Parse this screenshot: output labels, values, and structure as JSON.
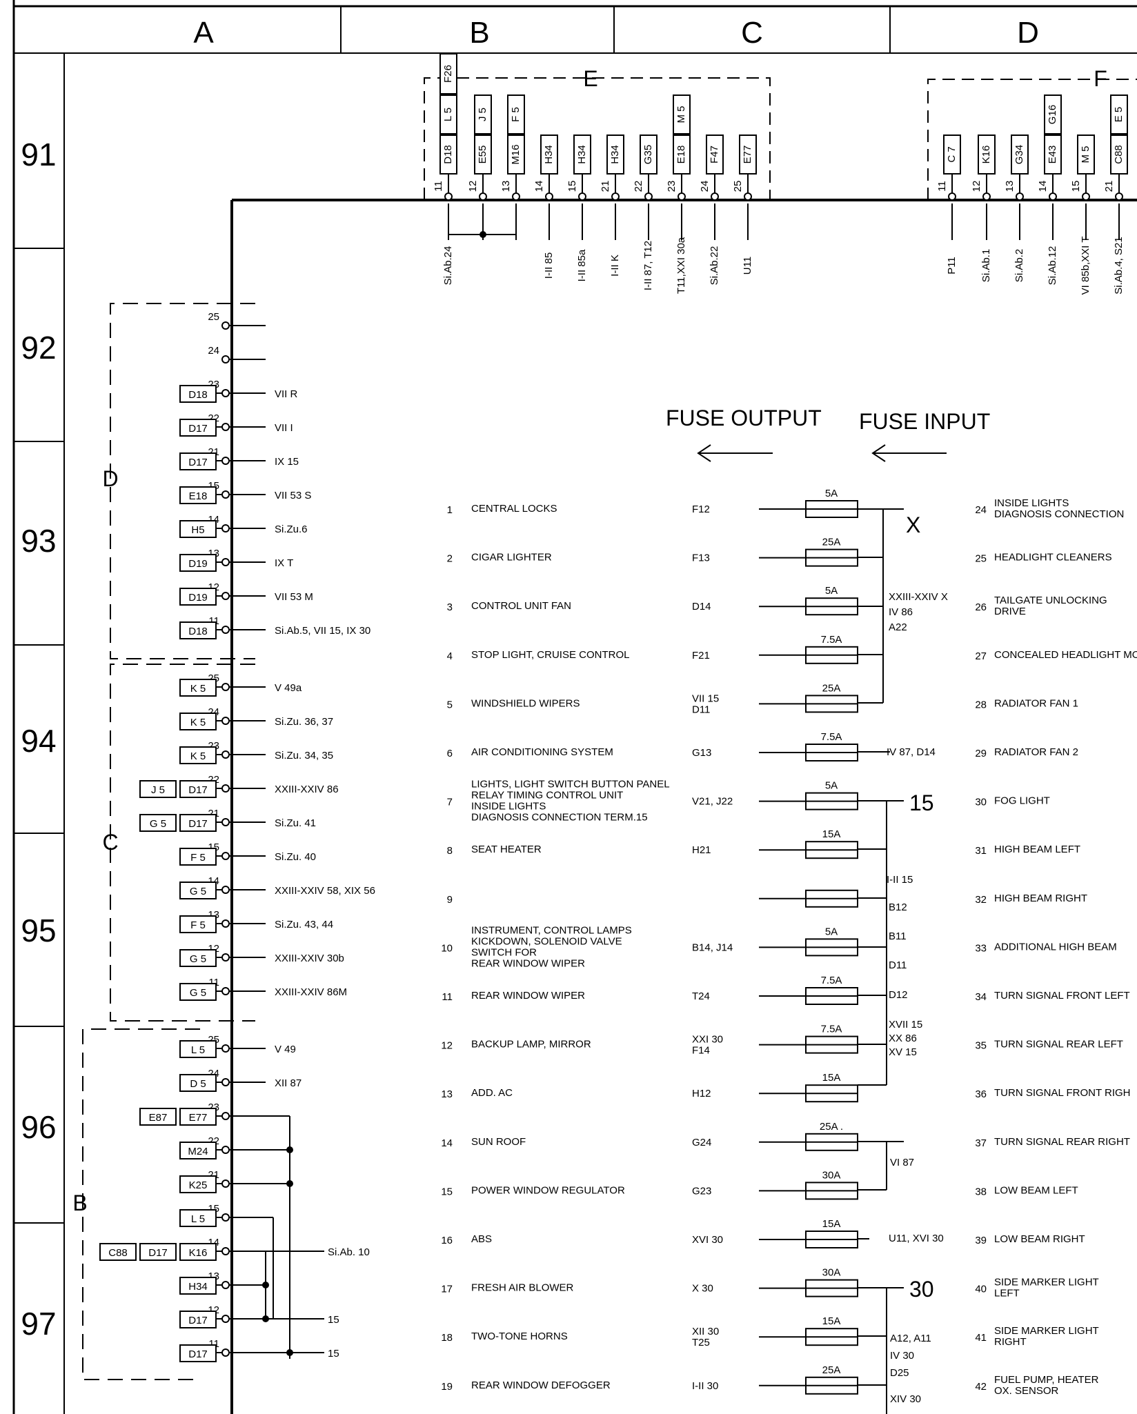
{
  "columns": [
    "A",
    "B",
    "C",
    "D"
  ],
  "rows": [
    "91",
    "92",
    "93",
    "94",
    "95",
    "96",
    "97"
  ],
  "top_block": {
    "group_e": "E",
    "group_f": "F",
    "e_connectors": [
      {
        "pin": "11",
        "code": "D18",
        "upper": "L 5",
        "top": "F26",
        "wire": "Si.Ab.24"
      },
      {
        "pin": "12",
        "code": "E55",
        "upper": "J 5",
        "wire": ""
      },
      {
        "pin": "13",
        "code": "M16",
        "upper": "F 5",
        "wire": ""
      },
      {
        "pin": "14",
        "code": "H34",
        "wire": "I-II 85"
      },
      {
        "pin": "15",
        "code": "H34",
        "wire": "I-II 85a"
      },
      {
        "pin": "21",
        "code": "H34",
        "wire": "I-II K"
      },
      {
        "pin": "22",
        "code": "G35",
        "wire": "I-II 87, T12"
      },
      {
        "pin": "23",
        "code": "E18",
        "upper": "M 5",
        "wire": "T11,XXI 30a"
      },
      {
        "pin": "24",
        "code": "F47",
        "wire": "Si.Ab.22"
      },
      {
        "pin": "25",
        "code": "E77",
        "wire": "U11"
      }
    ],
    "f_connectors": [
      {
        "pin": "11",
        "code": "C 7",
        "wire": "P11"
      },
      {
        "pin": "12",
        "code": "K16",
        "wire": "Si.Ab.1"
      },
      {
        "pin": "13",
        "code": "G34",
        "wire": "Si.Ab.2"
      },
      {
        "pin": "14",
        "code": "E43",
        "upper": "G16",
        "wire": "Si.Ab.12"
      },
      {
        "pin": "15",
        "code": "M 5",
        "wire": "VI 85b,XXI T"
      },
      {
        "pin": "21",
        "code": "C88",
        "upper": "E 5",
        "wire": "Si.Ab.4, S21"
      }
    ]
  },
  "left_block": {
    "group_d": "D",
    "group_c": "C",
    "group_b": "B",
    "d_pins": [
      {
        "pin": "25",
        "codes": [],
        "wire": ""
      },
      {
        "pin": "24",
        "codes": [],
        "wire": ""
      },
      {
        "pin": "23",
        "codes": [
          "D18"
        ],
        "wire": "VII R"
      },
      {
        "pin": "22",
        "codes": [
          "D17"
        ],
        "wire": "VII I"
      },
      {
        "pin": "21",
        "codes": [
          "D17"
        ],
        "wire": "IX 15"
      },
      {
        "pin": "15",
        "codes": [
          "E18"
        ],
        "wire": "VII 53 S"
      },
      {
        "pin": "14",
        "codes": [
          "H5"
        ],
        "wire": "Si.Zu.6"
      },
      {
        "pin": "13",
        "codes": [
          "D19"
        ],
        "wire": "IX T"
      },
      {
        "pin": "12",
        "codes": [
          "D19"
        ],
        "wire": "VII 53 M"
      },
      {
        "pin": "11",
        "codes": [
          "D18"
        ],
        "wire": "Si.Ab.5, VII 15, IX 30"
      }
    ],
    "c_pins": [
      {
        "pin": "25",
        "codes": [
          "K 5"
        ],
        "wire": "V 49a"
      },
      {
        "pin": "24",
        "codes": [
          "K 5"
        ],
        "wire": "Si.Zu. 36, 37"
      },
      {
        "pin": "23",
        "codes": [
          "K 5"
        ],
        "wire": "Si.Zu. 34, 35"
      },
      {
        "pin": "22",
        "codes": [
          "J 5",
          "D17"
        ],
        "wire": "XXIII-XXIV 86"
      },
      {
        "pin": "21",
        "codes": [
          "G 5",
          "D17"
        ],
        "wire": "Si.Zu. 41"
      },
      {
        "pin": "15",
        "codes": [
          "F 5"
        ],
        "wire": "Si.Zu. 40"
      },
      {
        "pin": "14",
        "codes": [
          "G 5"
        ],
        "wire": "XXIII-XXIV 58, XIX 56"
      },
      {
        "pin": "13",
        "codes": [
          "F 5"
        ],
        "wire": "Si.Zu. 43, 44"
      },
      {
        "pin": "12",
        "codes": [
          "G 5"
        ],
        "wire": "XXIII-XXIV 30b"
      },
      {
        "pin": "11",
        "codes": [
          "G 5"
        ],
        "wire": "XXIII-XXIV 86M"
      }
    ],
    "b_pins": [
      {
        "pin": "25",
        "codes": [
          "L 5"
        ],
        "wire": "V 49"
      },
      {
        "pin": "24",
        "codes": [
          "D 5"
        ],
        "wire": "XII 87"
      },
      {
        "pin": "23",
        "codes": [
          "E87",
          "E77"
        ],
        "wire": ""
      },
      {
        "pin": "22",
        "codes": [
          "M24"
        ],
        "wire": ""
      },
      {
        "pin": "21",
        "codes": [
          "K25"
        ],
        "wire": ""
      },
      {
        "pin": "15",
        "codes": [
          "L 5"
        ],
        "wire": ""
      },
      {
        "pin": "14",
        "codes": [
          "C88",
          "D17",
          "K16"
        ],
        "wire": "Si.Ab. 10"
      },
      {
        "pin": "13",
        "codes": [
          "H34"
        ],
        "wire": ""
      },
      {
        "pin": "12",
        "codes": [
          "D17"
        ],
        "wire": "15"
      },
      {
        "pin": "11",
        "codes": [
          "D17"
        ],
        "wire": "15"
      }
    ]
  },
  "fuse_table": {
    "output_label": "FUSE OUTPUT",
    "input_label": "FUSE INPUT",
    "fuses": [
      {
        "num": "1",
        "desc": [
          "CENTRAL LOCKS"
        ],
        "output": [
          "F12"
        ],
        "amp": "5A"
      },
      {
        "num": "2",
        "desc": [
          "CIGAR LIGHTER"
        ],
        "output": [
          "F13"
        ],
        "amp": "25A"
      },
      {
        "num": "3",
        "desc": [
          "CONTROL UNIT FAN"
        ],
        "output": [
          "D14"
        ],
        "amp": "5A"
      },
      {
        "num": "4",
        "desc": [
          "STOP LIGHT, CRUISE CONTROL"
        ],
        "output": [
          "F21"
        ],
        "amp": "7.5A"
      },
      {
        "num": "5",
        "desc": [
          "WINDSHIELD WIPERS"
        ],
        "output": [
          "VII 15",
          "D11"
        ],
        "amp": "25A"
      },
      {
        "num": "6",
        "desc": [
          "AIR CONDITIONING SYSTEM"
        ],
        "output": [
          "G13"
        ],
        "amp": "7.5A"
      },
      {
        "num": "7",
        "desc": [
          "LIGHTS, LIGHT SWITCH BUTTON PANEL",
          "RELAY TIMING CONTROL UNIT",
          "INSIDE LIGHTS",
          "DIAGNOSIS CONNECTION TERM.15"
        ],
        "output": [
          "V21, J22"
        ],
        "amp": "5A"
      },
      {
        "num": "8",
        "desc": [
          "SEAT HEATER"
        ],
        "output": [
          "H21"
        ],
        "amp": "15A"
      },
      {
        "num": "9",
        "desc": [],
        "output": [],
        "amp": ""
      },
      {
        "num": "10",
        "desc": [
          "INSTRUMENT, CONTROL LAMPS",
          "KICKDOWN, SOLENOID VALVE",
          "SWITCH FOR",
          "REAR WINDOW WIPER"
        ],
        "output": [
          "B14, J14"
        ],
        "amp": "5A"
      },
      {
        "num": "11",
        "desc": [
          "REAR WINDOW WIPER"
        ],
        "output": [
          "T24"
        ],
        "amp": "7.5A"
      },
      {
        "num": "12",
        "desc": [
          "BACKUP LAMP, MIRROR"
        ],
        "output": [
          "XXI 30",
          "F14"
        ],
        "amp": "7.5A"
      },
      {
        "num": "13",
        "desc": [
          "ADD. AC"
        ],
        "output": [
          "H12"
        ],
        "amp": "15A"
      },
      {
        "num": "14",
        "desc": [
          "SUN ROOF"
        ],
        "output": [
          "G24"
        ],
        "amp": "25A ."
      },
      {
        "num": "15",
        "desc": [
          "POWER WINDOW REGULATOR"
        ],
        "output": [
          "G23"
        ],
        "amp": "30A"
      },
      {
        "num": "16",
        "desc": [
          "ABS"
        ],
        "output": [
          "XVI 30"
        ],
        "amp": "15A"
      },
      {
        "num": "17",
        "desc": [
          "FRESH AIR BLOWER"
        ],
        "output": [
          "X 30"
        ],
        "amp": "30A"
      },
      {
        "num": "18",
        "desc": [
          "TWO-TONE HORNS"
        ],
        "output": [
          "XII 30",
          "T25"
        ],
        "amp": "15A"
      },
      {
        "num": "19",
        "desc": [
          "REAR WINDOW DEFOGGER"
        ],
        "output": [
          "I-II 30"
        ],
        "amp": "25A"
      },
      {
        "num": "",
        "desc": [],
        "output": [],
        "amp": "30A"
      }
    ],
    "input_notes": [
      {
        "text": "X",
        "size": "big"
      },
      {
        "text": "XXIII-XXIV X",
        "size": "sm"
      },
      {
        "text": "IV 86",
        "size": "sm"
      },
      {
        "text": "A22",
        "size": "sm"
      },
      {
        "text": "IV 87, D14",
        "size": "sm"
      },
      {
        "text": "15",
        "size": "big"
      },
      {
        "text": "I-II 15",
        "size": "sm"
      },
      {
        "text": "B12",
        "size": "sm"
      },
      {
        "text": "B11",
        "size": "sm"
      },
      {
        "text": "D11",
        "size": "sm"
      },
      {
        "text": "D12",
        "size": "sm"
      },
      {
        "text": "XVII 15",
        "size": "sm"
      },
      {
        "text": "XX 86",
        "size": "sm"
      },
      {
        "text": "XV 15",
        "size": "sm"
      },
      {
        "text": "VI 87",
        "size": "sm"
      },
      {
        "text": "U11, XVI 30",
        "size": "sm"
      },
      {
        "text": "30",
        "size": "big"
      },
      {
        "text": "A12, A11",
        "size": "sm"
      },
      {
        "text": "IV 30",
        "size": "sm"
      },
      {
        "text": "D25",
        "size": "sm"
      },
      {
        "text": "XIV 30",
        "size": "sm"
      }
    ],
    "right_list": [
      {
        "num": "24",
        "desc": [
          "INSIDE LIGHTS",
          "DIAGNOSIS CONNECTION"
        ]
      },
      {
        "num": "25",
        "desc": [
          "HEADLIGHT CLEANERS"
        ]
      },
      {
        "num": "26",
        "desc": [
          "TAILGATE UNLOCKING",
          "DRIVE"
        ]
      },
      {
        "num": "27",
        "desc": [
          "CONCEALED HEADLIGHT MO"
        ]
      },
      {
        "num": "28",
        "desc": [
          "RADIATOR FAN 1"
        ]
      },
      {
        "num": "29",
        "desc": [
          "RADIATOR FAN 2"
        ]
      },
      {
        "num": "30",
        "desc": [
          "FOG LIGHT"
        ]
      },
      {
        "num": "31",
        "desc": [
          "HIGH BEAM LEFT"
        ]
      },
      {
        "num": "32",
        "desc": [
          "HIGH BEAM RIGHT"
        ]
      },
      {
        "num": "33",
        "desc": [
          "ADDITIONAL HIGH BEAM"
        ]
      },
      {
        "num": "34",
        "desc": [
          "TURN SIGNAL FRONT LEFT"
        ]
      },
      {
        "num": "35",
        "desc": [
          "TURN SIGNAL REAR LEFT"
        ]
      },
      {
        "num": "36",
        "desc": [
          "TURN SIGNAL FRONT RIGH"
        ]
      },
      {
        "num": "37",
        "desc": [
          "TURN SIGNAL REAR RIGHT"
        ]
      },
      {
        "num": "38",
        "desc": [
          "LOW BEAM LEFT"
        ]
      },
      {
        "num": "39",
        "desc": [
          "LOW BEAM RIGHT"
        ]
      },
      {
        "num": "40",
        "desc": [
          "SIDE MARKER LIGHT",
          "LEFT"
        ]
      },
      {
        "num": "41",
        "desc": [
          "SIDE MARKER LIGHT",
          "RIGHT"
        ]
      },
      {
        "num": "42",
        "desc": [
          "FUEL PUMP, HEATER",
          "OX. SENSOR"
        ]
      }
    ]
  }
}
